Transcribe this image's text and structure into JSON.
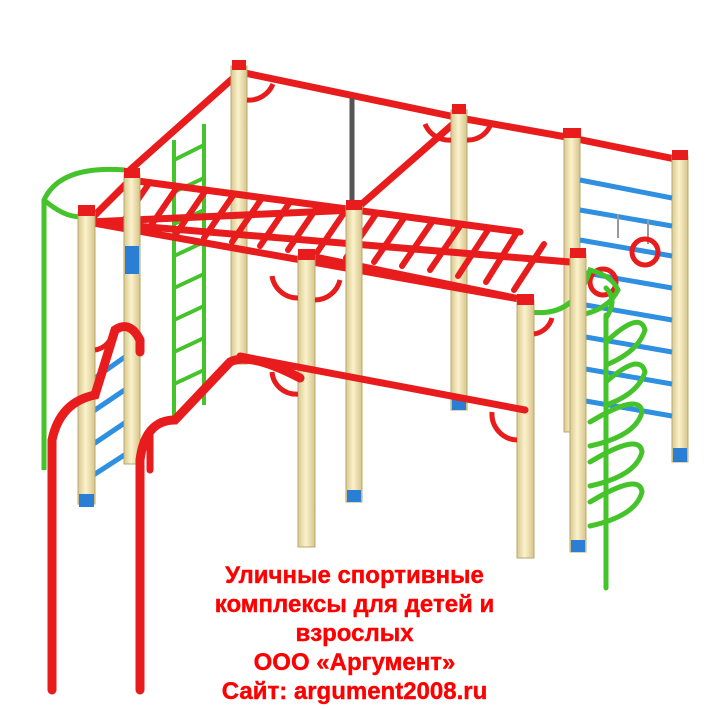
{
  "illustration": {
    "subject": "outdoor-sports-complex",
    "colors": {
      "frame_red": "#e81c1c",
      "post_cream": "#f4e8b8",
      "post_shade": "#d9c98f",
      "ladder_green": "#44c32a",
      "rung_blue": "#2f8fe0",
      "rope_grey": "#555555",
      "foot_blue": "#2a7fd4"
    }
  },
  "caption": {
    "color": "#ff0000",
    "line1": "Уличные спортивные",
    "line2": "комплексы для детей и",
    "line3": "взрослых",
    "line4": "ООО «Аргумент»",
    "line5": "Сайт: argument2008.ru"
  }
}
